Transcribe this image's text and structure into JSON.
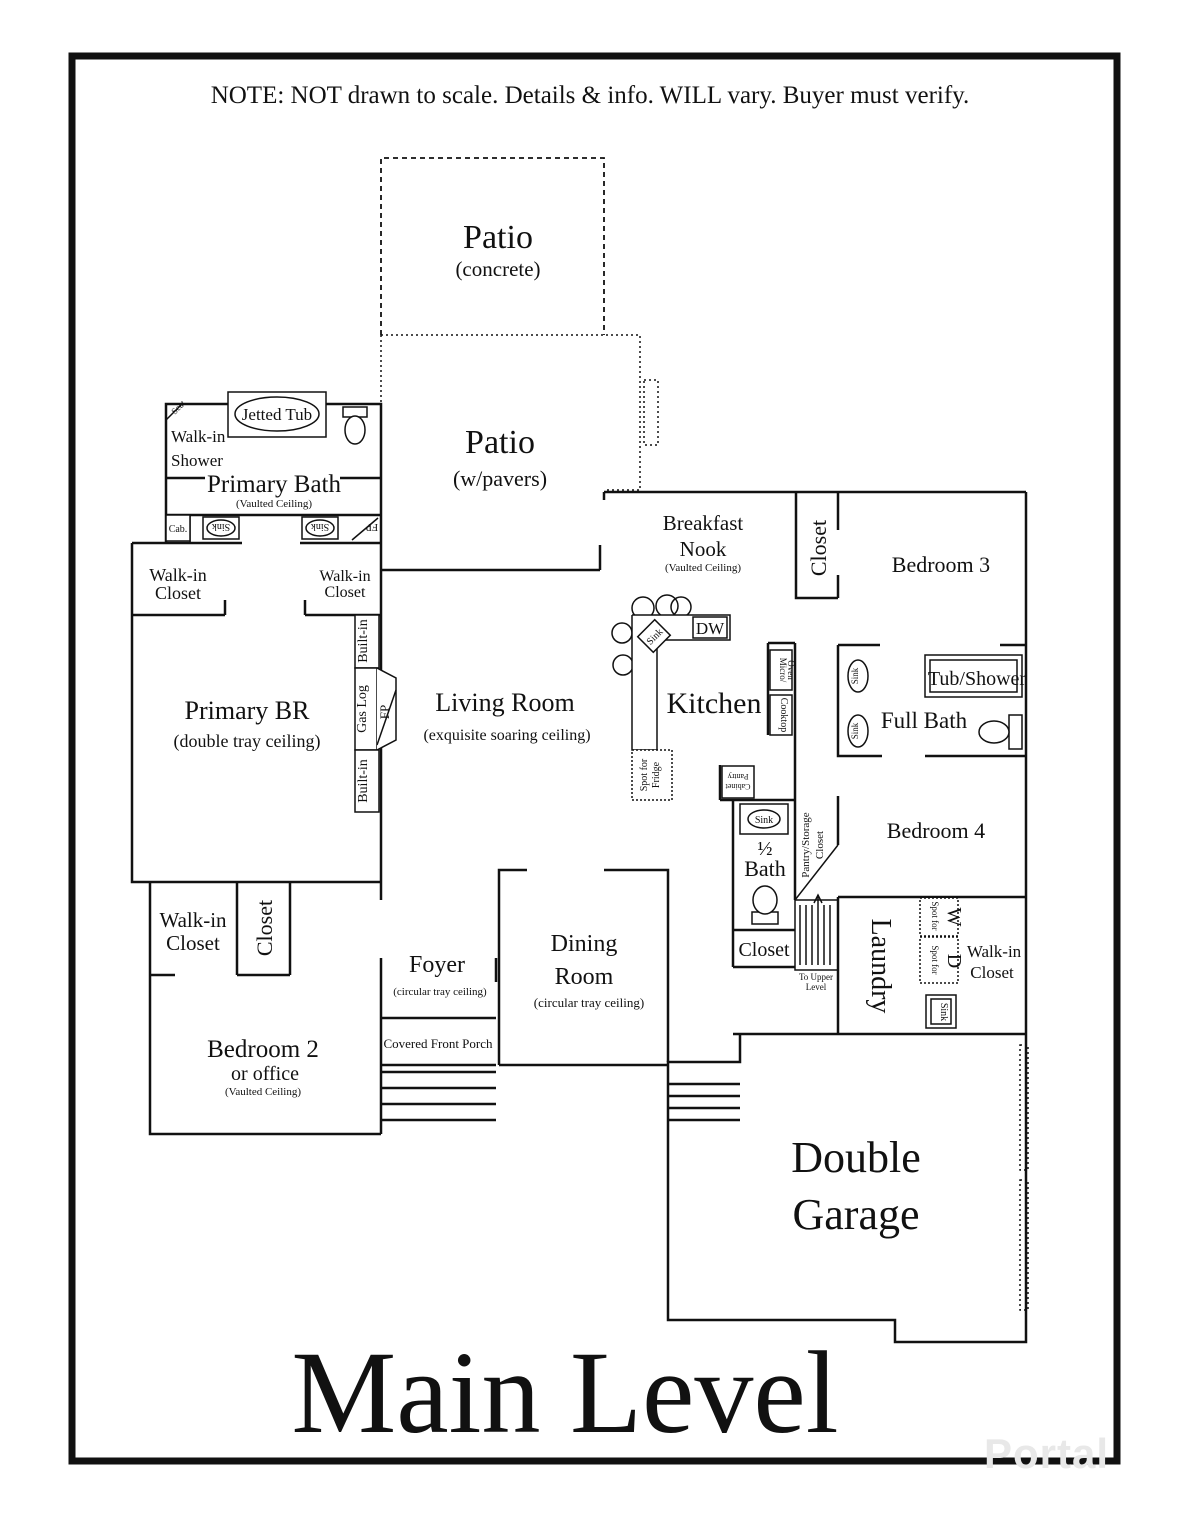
{
  "note": "NOTE: NOT drawn to scale.  Details & info. WILL vary. Buyer must verify.",
  "title": "Main Level",
  "rooms": {
    "patio_top": {
      "name": "Patio",
      "sub": "(concrete)"
    },
    "patio_mid": {
      "name": "Patio",
      "sub": "(w/pavers)"
    },
    "primary_bath": {
      "name": "Primary Bath",
      "sub": "(Vaulted Ceiling)"
    },
    "jetted_tub": "Jetted Tub",
    "walk_in_shower_1": "Walk-in",
    "walk_in_shower_2": "Shower",
    "seat": "Seat",
    "cab": "Cab.",
    "sink": "Sink",
    "fp_small": "FP",
    "walk_in_closet_left_1": "Walk-in",
    "walk_in_closet_left_2": "Closet",
    "walk_in_closet_right_1": "Walk-in",
    "walk_in_closet_right_2": "Closet",
    "primary_br": {
      "name": "Primary BR",
      "sub": "(double tray ceiling)"
    },
    "built_in": "Built-in",
    "gas_log": "Gas Log",
    "fp": "FP",
    "living_room": {
      "name": "Living Room",
      "sub": "(exquisite soaring ceiling)"
    },
    "breakfast_nook": {
      "name1": "Breakfast",
      "name2": "Nook",
      "sub": "(Vaulted Ceiling)"
    },
    "closet_vertical": "Closet",
    "bedroom3": "Bedroom 3",
    "kitchen": "Kitchen",
    "dw": "DW",
    "micro_oven_1": "Micro/",
    "micro_oven_2": "Oven",
    "cooktop": "Cooktop",
    "spot_fridge_1": "Spot for",
    "spot_fridge_2": "Fridge",
    "pantry_cab_1": "Pantry",
    "pantry_cab_2": "Cabinet",
    "tub_shower": "Tub/Shower",
    "full_bath": "Full Bath",
    "bedroom4": "Bedroom 4",
    "half_bath_frac": "½",
    "half_bath": "Bath",
    "pantry_storage_1": "Pantry/Storage",
    "pantry_storage_2": "Closet",
    "closet_half": "Closet",
    "to_upper_1": "To Upper",
    "to_upper_2": "Level",
    "laundry": "Laundry",
    "spot_for": "Spot for",
    "w": "W",
    "d": "D",
    "walk_in_closet_laundry_1": "Walk-in",
    "walk_in_closet_laundry_2": "Closet",
    "walk_in_closet_br2_1": "Walk-in",
    "walk_in_closet_br2_2": "Closet",
    "closet_br2": "Closet",
    "foyer": {
      "name": "Foyer",
      "sub": "(circular tray  ceiling)"
    },
    "dining_room": {
      "name1": "Dining",
      "name2": "Room",
      "sub": "(circular tray ceiling)"
    },
    "covered_porch": "Covered Front Porch",
    "bedroom2": {
      "name": "Bedroom 2",
      "sub1": "or office",
      "sub2": "(Vaulted Ceiling)"
    },
    "garage": {
      "name1": "Double",
      "name2": "Garage"
    }
  },
  "watermark": "Portal"
}
